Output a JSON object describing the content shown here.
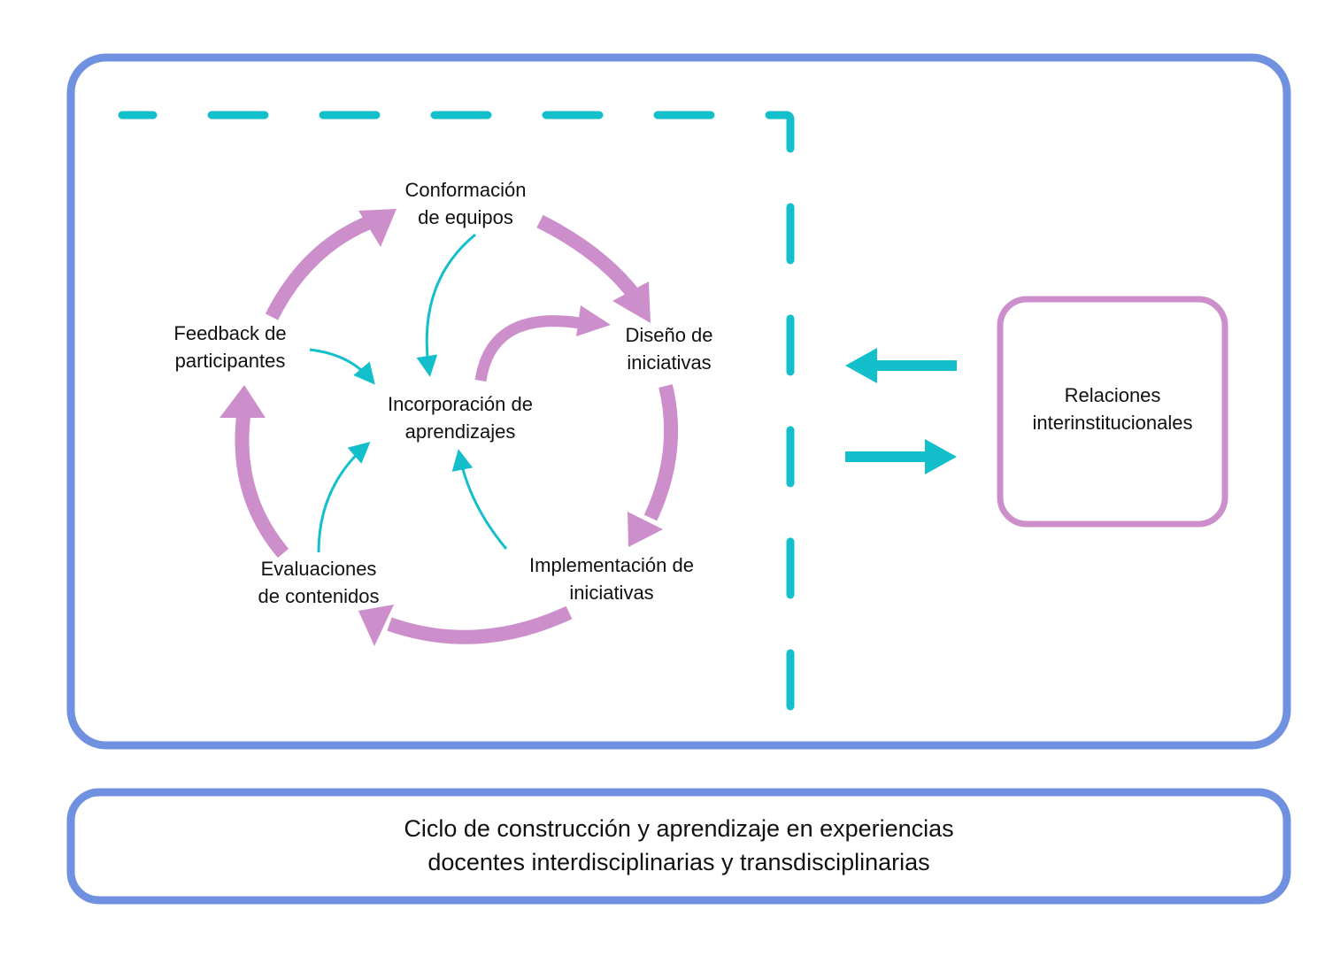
{
  "colors": {
    "frame": "#7090e0",
    "cycle_arrow": "#cc8fcc",
    "feedback_arrow": "#14bfcc",
    "boundary": "#14bfcc",
    "partner_box": "#cc8fcc",
    "text": "#111111"
  },
  "cycle_nodes": [
    {
      "id": "conformacion",
      "line1": "Conformación",
      "line2": "de equipos"
    },
    {
      "id": "diseno",
      "line1": "Diseño de",
      "line2": "iniciativas"
    },
    {
      "id": "implementacion",
      "line1": "Implementación de",
      "line2": "iniciativas"
    },
    {
      "id": "evaluaciones",
      "line1": "Evaluaciones",
      "line2": "de contenidos"
    },
    {
      "id": "feedback",
      "line1": "Feedback de",
      "line2": "participantes"
    }
  ],
  "center_node": {
    "id": "incorporacion",
    "line1": "Incorporación de",
    "line2": "aprendizajes"
  },
  "cycle_flow": [
    "conformacion",
    "diseno",
    "implementacion",
    "evaluaciones",
    "feedback",
    "conformacion"
  ],
  "feedback_flows": [
    {
      "from": "conformacion",
      "to": "incorporacion"
    },
    {
      "from": "feedback",
      "to": "incorporacion"
    },
    {
      "from": "evaluaciones",
      "to": "incorporacion"
    },
    {
      "from": "implementacion",
      "to": "incorporacion"
    },
    {
      "from": "incorporacion",
      "to": "diseno"
    }
  ],
  "external": {
    "line1": "Relaciones",
    "line2": "interinstitucionales",
    "exchange": [
      "inbound",
      "outbound"
    ]
  },
  "caption": {
    "line1": "Ciclo de construcción y aprendizaje en experiencias",
    "line2": "docentes interdisciplinarias y transdisciplinarias"
  }
}
